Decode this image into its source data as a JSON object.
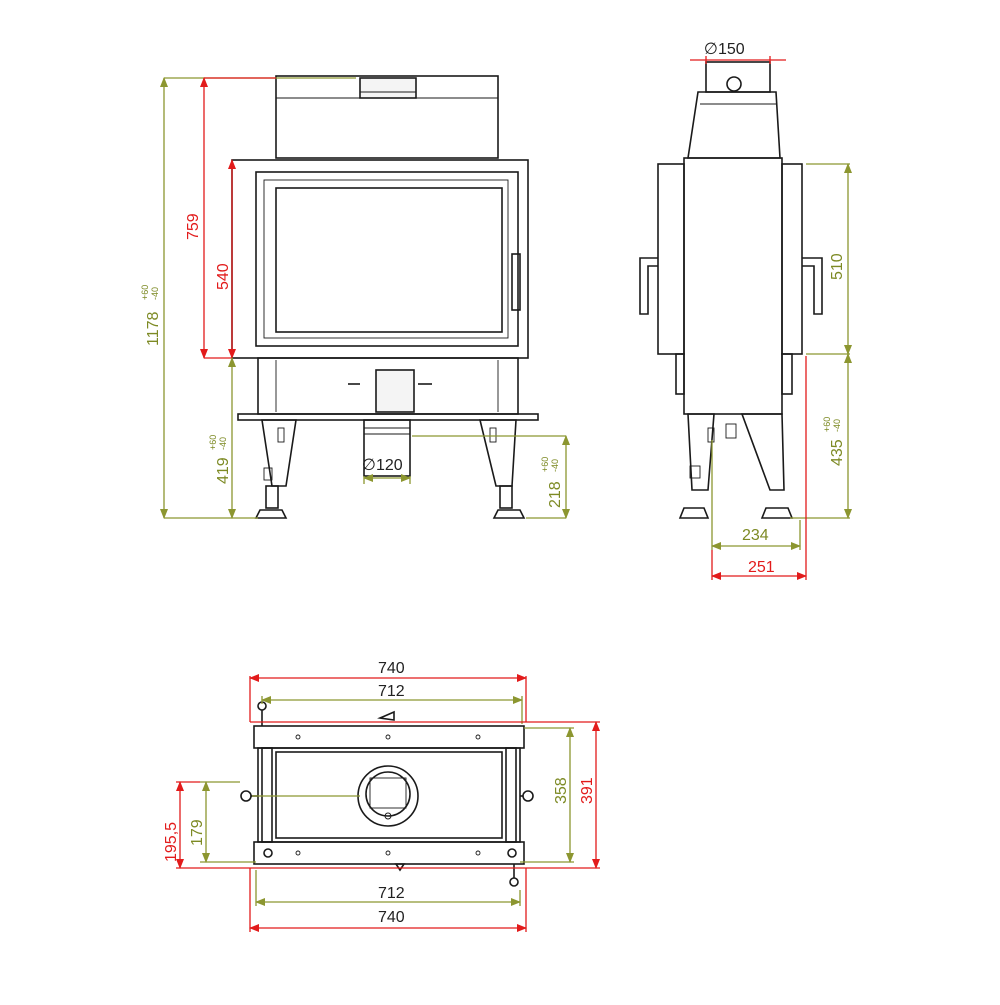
{
  "colors": {
    "outline": "#1a1a1a",
    "dim_red": "#e21b1b",
    "dim_green": "#8c9630"
  },
  "front": {
    "h_total": "1178",
    "h_total_tol_plus": "+60",
    "h_total_tol_minus": "-40",
    "h_759": "759",
    "h_540": "540",
    "h_419": "419",
    "h_419_tol_plus": "+60",
    "h_419_tol_minus": "-40",
    "h_218": "218",
    "h_218_tol_plus": "+60",
    "h_218_tol_minus": "-40",
    "dia_120": "∅120"
  },
  "side": {
    "dia_150": "∅150",
    "h_510": "510",
    "h_435": "435",
    "h_435_tol_plus": "+60",
    "h_435_tol_minus": "-40",
    "w_234": "234",
    "w_251": "251"
  },
  "top": {
    "w_740_top": "740",
    "w_712_top": "712",
    "w_712_bottom": "712",
    "w_740_bottom": "740",
    "d_358": "358",
    "d_391": "391",
    "d_179": "179",
    "d_195": "195,5"
  }
}
